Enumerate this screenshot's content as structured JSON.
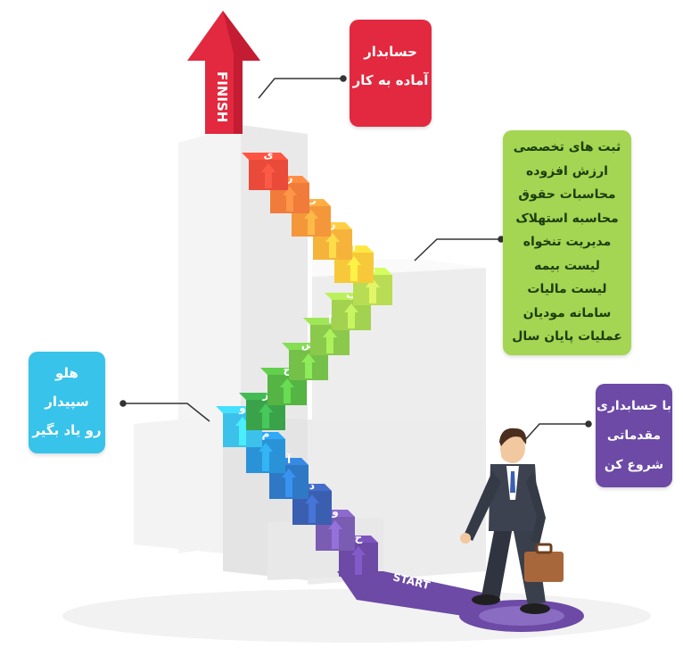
{
  "finish_label": "FINISH",
  "start_label": "START",
  "callout_finish": {
    "lines": [
      "حسابدار",
      "آماده به کار"
    ],
    "color": "#e2293f"
  },
  "callout_topics": {
    "lines": [
      "ثبت های تخصصی",
      "ارزش افزوده",
      "محاسبات حقوق",
      "محاسبه استهلاک",
      "مدیریت تنخواه",
      "لیست بیمه",
      "لیست مالیات",
      "سامانه مودیان",
      "عملیات پایان سال"
    ],
    "color": "#a4d553"
  },
  "callout_learn": {
    "lines": [
      "هلو",
      "سپیدار",
      "رو یاد بگیر"
    ],
    "color": "#37c3ea"
  },
  "callout_start": {
    "lines": [
      "با حسابداری",
      "مقدماتی",
      "شروع کن"
    ],
    "color": "#6c4aa5"
  },
  "steps": {
    "bottom": [
      {
        "letter": "خ",
        "color": "#6c4aa5"
      },
      {
        "letter": "و",
        "color": "#7a5cb3"
      },
      {
        "letter": "د",
        "color": "#3a5fb0"
      },
      {
        "letter": "آ",
        "color": "#2f78c6"
      },
      {
        "letter": "م",
        "color": "#2a93d8"
      },
      {
        "letter": "و",
        "color": "#3cc2ea"
      }
    ],
    "middle": [
      {
        "letter": "ز",
        "color": "#3aa34a"
      },
      {
        "letter": "ح",
        "color": "#55b443"
      },
      {
        "letter": "س",
        "color": "#74c049"
      },
      {
        "letter": "ا",
        "color": "#8bc94c"
      },
      {
        "letter": "ب",
        "color": "#a2d24f"
      },
      {
        "letter": "د",
        "color": "#b8dc53"
      }
    ],
    "top": [
      {
        "letter": "ا",
        "color": "#f7c93a"
      },
      {
        "letter": "ر",
        "color": "#f6b33c"
      },
      {
        "letter": "ب",
        "color": "#f4973b"
      },
      {
        "letter": "ر",
        "color": "#f07b3a"
      },
      {
        "letter": "ی",
        "color": "#ea4a3a"
      }
    ]
  }
}
